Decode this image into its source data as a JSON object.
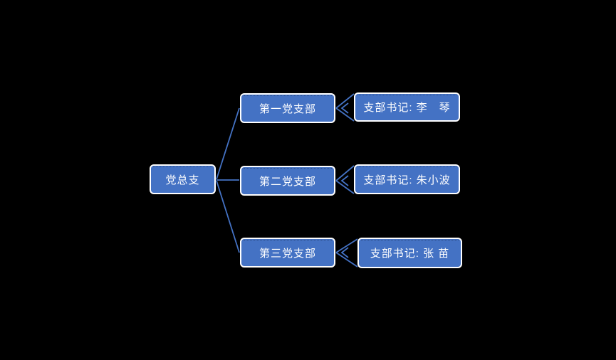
{
  "diagram": {
    "type": "org-chart",
    "background": "#000000",
    "node_fill": "#4472C4",
    "node_border": "#ffffff",
    "connector_color": "#4472C4",
    "text_color": "#ffffff",
    "root": {
      "label": "党总支"
    },
    "branches": [
      {
        "label": "第一党支部",
        "secretary": "支部书记: 李　琴"
      },
      {
        "label": "第二党支部",
        "secretary": "支部书记: 朱小波"
      },
      {
        "label": "第三党支部",
        "secretary": "支部书记: 张 苗"
      }
    ]
  }
}
